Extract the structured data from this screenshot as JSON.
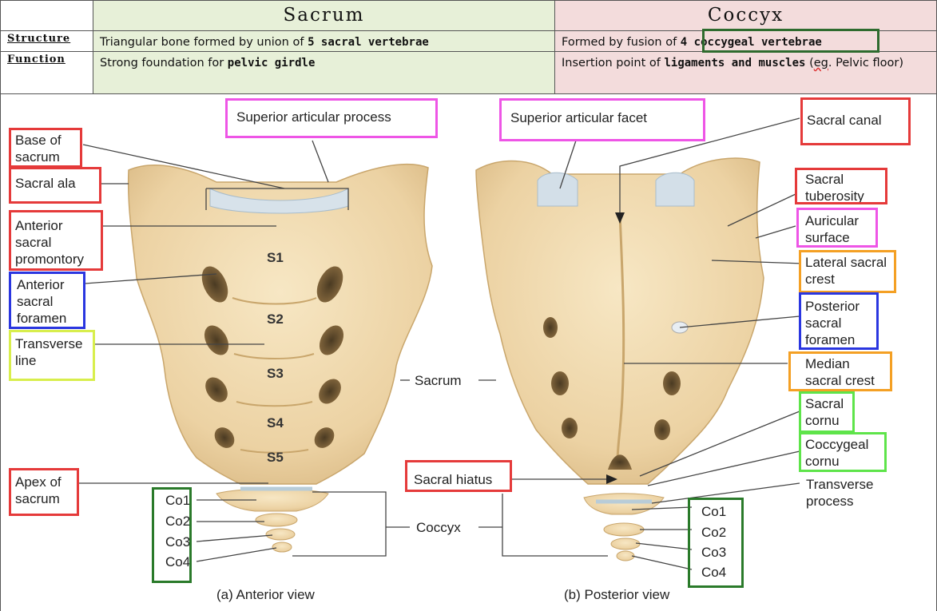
{
  "table": {
    "sacrum_header": "Sacrum",
    "coccyx_header": "Coccyx",
    "structure_label": "Structure",
    "function_label": "Function",
    "sacrum_structure_pre": "Triangular bone formed by union of ",
    "sacrum_structure_bold": "5 sacral vertebrae",
    "sacrum_function_pre": "Strong foundation for ",
    "sacrum_function_bold": "pelvic girdle",
    "coccyx_structure_pre": "Formed by fusion of ",
    "coccyx_structure_bold": "4 coccygeal vertebrae",
    "coccyx_function_pre": "Insertion point of ",
    "coccyx_function_bold": "ligaments and muscles",
    "coccyx_function_mid": " (",
    "coccyx_function_eg": "eg",
    "coccyx_function_post": ". Pelvic floor)"
  },
  "anterior": {
    "superior_articular_process": "Superior articular process",
    "base_of_sacrum": "Base of sacrum",
    "sacral_ala": "Sacral ala",
    "anterior_sacral_promontory": "Anterior sacral promontory",
    "anterior_sacral_foramen": "Anterior sacral foramen",
    "transverse_line": "Transverse line",
    "apex_of_sacrum": "Apex of sacrum",
    "segments": [
      "S1",
      "S2",
      "S3",
      "S4",
      "S5"
    ],
    "coccyx_segments": [
      "Co1",
      "Co2",
      "Co3",
      "Co4"
    ],
    "caption": "(a) Anterior view"
  },
  "middle": {
    "sacrum": "Sacrum",
    "coccyx": "Coccyx"
  },
  "posterior": {
    "superior_articular_facet": "Superior articular facet",
    "sacral_canal": "Sacral canal",
    "sacral_tuberosity": "Sacral tuberosity",
    "auricular_surface": "Auricular surface",
    "lateral_sacral_crest": "Lateral sacral crest",
    "posterior_sacral_foramen": "Posterior sacral foramen",
    "median_sacral_crest": "Median sacral crest",
    "sacral_cornu": "Sacral cornu",
    "coccygeal_cornu": "Coccygeal cornu",
    "transverse_process": "Transverse process",
    "sacral_hiatus": "Sacral hiatus",
    "coccyx_segments": [
      "Co1",
      "Co2",
      "Co3",
      "Co4"
    ],
    "caption": "(b) Posterior view"
  },
  "colors": {
    "red": "#e53a3a",
    "pink": "#ee55e6",
    "blue": "#2a36e0",
    "orange": "#f4a024",
    "yellow": "#d8ee4c",
    "light_green": "#5ee44a",
    "dark_green": "#2a7a2a",
    "bone": "#f1dcb2",
    "sacrum_cell": "#e7f0d8",
    "coccyx_cell": "#f3dcdc"
  }
}
